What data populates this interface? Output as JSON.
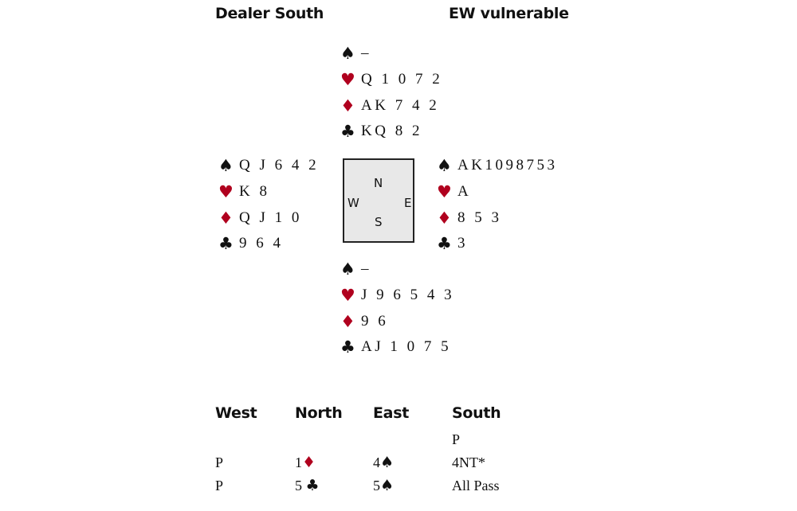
{
  "header": {
    "dealer": "Dealer South",
    "vulnerability": "EW vulnerable"
  },
  "suits": {
    "spade": {
      "symbol": "♠",
      "color": "#111111"
    },
    "heart": {
      "symbol": "♥",
      "color": "#b0001e"
    },
    "diamond": {
      "symbol": "♦",
      "color": "#b0001e"
    },
    "club": {
      "symbol": "♣",
      "color": "#111111"
    }
  },
  "hands": {
    "north": {
      "spade": "–",
      "heart": "Q 1 0 7 2",
      "diamond": "AK 7 4 2",
      "club": "KQ 8 2"
    },
    "west": {
      "spade": "Q J 6 4 2",
      "heart": "K 8",
      "diamond": "Q J 1 0",
      "club": "9 6 4"
    },
    "east": {
      "spade": "AK1098753",
      "heart": "A",
      "diamond": "8 5 3",
      "club": "3"
    },
    "south": {
      "spade": "–",
      "heart": "J 9 6 5 4 3",
      "diamond": "9 6",
      "club": "AJ 1 0 7 5"
    }
  },
  "compass": {
    "north": "N",
    "west": "W",
    "east": "E",
    "south": "S"
  },
  "auction": {
    "columns": [
      "West",
      "North",
      "East",
      "South"
    ],
    "rows": [
      [
        {
          "text": ""
        },
        {
          "text": ""
        },
        {
          "text": ""
        },
        {
          "text": "P"
        }
      ],
      [
        {
          "text": "P"
        },
        {
          "text": "1",
          "suit": "diamond"
        },
        {
          "text": "4",
          "suit": "spade"
        },
        {
          "text": "4NT*"
        }
      ],
      [
        {
          "text": "P"
        },
        {
          "text": "5 ",
          "suit": "club"
        },
        {
          "text": "5",
          "suit": "spade"
        },
        {
          "text": "All Pass"
        }
      ]
    ]
  }
}
